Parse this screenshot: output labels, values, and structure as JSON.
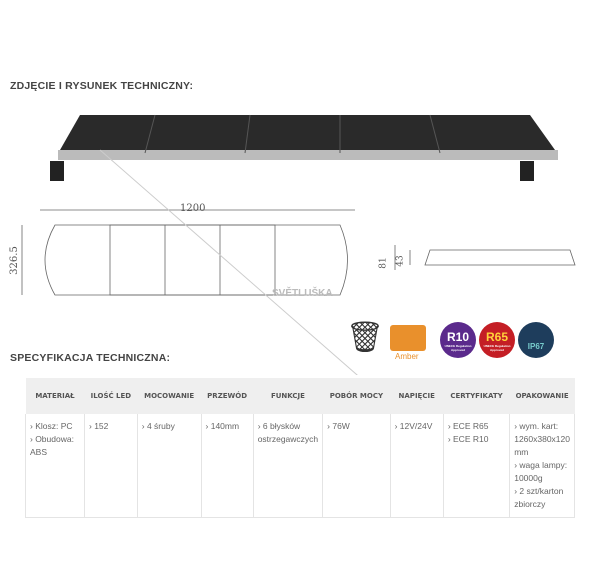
{
  "section1_title": "ZDJĘCIE I RYSUNEK TECHNICZNY:",
  "drawing": {
    "width_dim": "1200",
    "height_dim": "326.5",
    "side_h1": "81",
    "side_h2": "43"
  },
  "watermark": "SVĚTLUŠKA",
  "icons": {
    "amber_label": "Amber",
    "r10": "R10",
    "r65": "R65",
    "ip67": "IP67",
    "reg_text": "UNECE Regulation Approved"
  },
  "section2_title": "SPECYFIKACJA TECHNICZNA:",
  "table": {
    "headers": [
      "MATERIAŁ",
      "ILOŚĆ LED",
      "MOCOWANIE",
      "PRZEWÓD",
      "FUNKCJE",
      "POBÓR MOCY",
      "NAPIĘCIE",
      "CERTYFIKATY",
      "OPAKOWANIE"
    ],
    "cells": [
      [
        "› Klosz: PC",
        "› Obudowa: ABS"
      ],
      [
        "› 152"
      ],
      [
        "› 4 śruby"
      ],
      [
        "› 140mm"
      ],
      [
        "› 6 błysków ostrzegawczych"
      ],
      [
        "› 76W"
      ],
      [
        "› 12V/24V"
      ],
      [
        "› ECE R65",
        "› ECE R10"
      ],
      [
        "› wym. kart: 1260x380x120 mm",
        "› waga lampy: 10000g",
        "› 2 szt/karton zbiorczy"
      ]
    ]
  }
}
